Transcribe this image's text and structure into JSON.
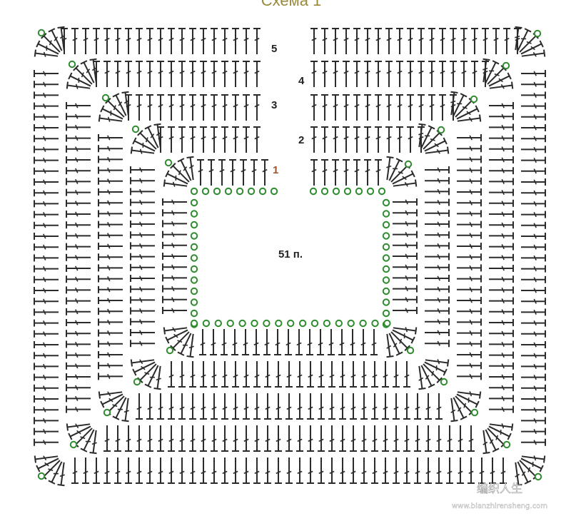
{
  "diagram": {
    "title": "Схема 1",
    "center_label": "51 п.",
    "row_labels": [
      {
        "text": "5",
        "row": 5,
        "side": "left"
      },
      {
        "text": "4",
        "row": 4,
        "side": "right"
      },
      {
        "text": "3",
        "row": 3,
        "side": "left"
      },
      {
        "text": "2",
        "row": 2,
        "side": "right"
      },
      {
        "text": "1",
        "row": 1,
        "side": "left"
      }
    ],
    "chain_count": 51,
    "rows": 5,
    "watermark": "编织人生",
    "watermark_url": "www.bianzhirensheng.com",
    "colors": {
      "chain": "#2e8b2e",
      "stitch": "#2b2b2b",
      "title": "#9a8a3a",
      "row1": "#a0522d"
    },
    "symbols": [
      "chain-stitch",
      "double-crochet"
    ]
  }
}
